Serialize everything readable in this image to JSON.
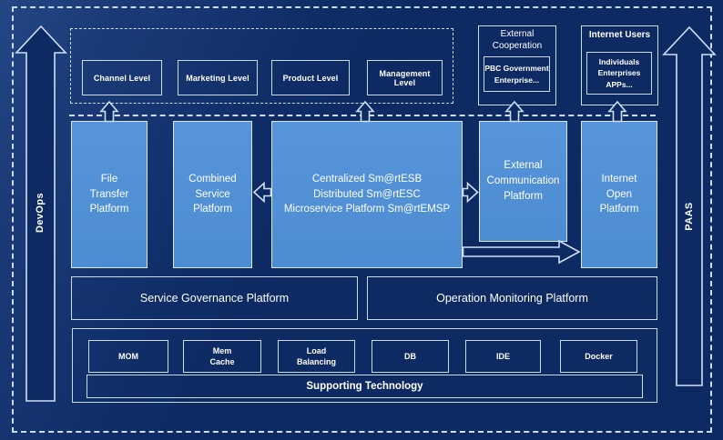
{
  "colors": {
    "background": "#0D2A63",
    "panel_blue": "#5090D5",
    "line_light": "#CCDCF1",
    "text": "#FFFFFF"
  },
  "rails": {
    "devops": "DevOps",
    "paas": "PAAS"
  },
  "levels": [
    {
      "label": "Channel Level"
    },
    {
      "label": "Marketing Level"
    },
    {
      "label": "Product Level"
    },
    {
      "label": "Management Level"
    }
  ],
  "external_cooperation": {
    "title": "External\nCooperation",
    "members": "PBC Government\nEnterprise..."
  },
  "internet_users": {
    "title": "Internet Users",
    "members": "Individuals\nEnterprises\nAPPs..."
  },
  "platforms": {
    "file_transfer": {
      "label": "File\nTransfer\nPlatform"
    },
    "combined_service": {
      "label": "Combined\nService\nPlatform"
    },
    "central_esb": {
      "label": "Centralized Sm@rtESB\nDistributed Sm@rtESC\nMicroservice Platform Sm@rtEMSP"
    },
    "external_communication": {
      "label": "External\nCommunication\nPlatform"
    },
    "internet_open": {
      "label": "Internet\nOpen\nPlatform"
    }
  },
  "governance": {
    "service_label": "Service Governance Platform",
    "operation_label": "Operation Monitoring Platform"
  },
  "supporting": {
    "techs": [
      {
        "label": "MOM"
      },
      {
        "label": "Mem\nCache"
      },
      {
        "label": "Load\nBalancing"
      },
      {
        "label": "DB"
      },
      {
        "label": "IDE"
      },
      {
        "label": "Docker"
      }
    ],
    "bar_label": "Supporting Technology"
  }
}
